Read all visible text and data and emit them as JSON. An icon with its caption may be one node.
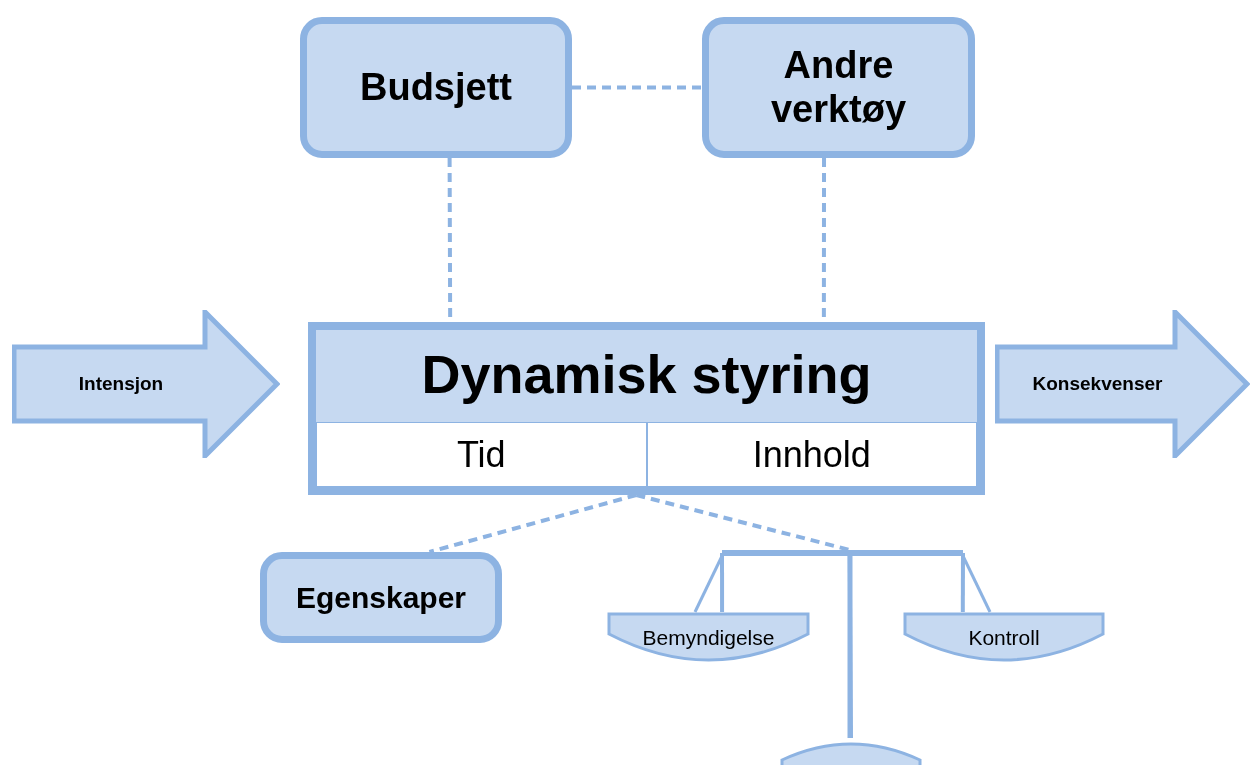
{
  "diagram": {
    "nodes": [
      {
        "text": [
          "Budsjett"
        ]
      },
      {
        "text": [
          "Andre verktøy"
        ]
      },
      {
        "text": [
          "Intensjon"
        ]
      },
      {
        "text": [
          "Dynamisk styring"
        ]
      },
      {
        "text": [
          "Tid"
        ],
        "in": 3
      },
      {
        "text": [
          "Innhold"
        ],
        "in": 3
      },
      {
        "text": [
          "Konsekvenser"
        ]
      },
      {
        "text": [
          "Egenskaper"
        ]
      },
      {
        "text": [],
        "shape": "bar"
      },
      {
        "text": [
          "Bemyndigelse"
        ]
      },
      {
        "text": [
          "Kontroll"
        ]
      },
      {
        "text": [],
        "shape": "bowl"
      }
    ],
    "edges": [
      {
        "from": 0,
        "to": 1,
        "arrow": "none",
        "style": "dashed"
      },
      {
        "from": 0,
        "to": 3,
        "arrow": "none",
        "style": "dashed"
      },
      {
        "from": 1,
        "to": 3,
        "arrow": "none",
        "style": "dashed"
      },
      {
        "from": 3,
        "to": 7,
        "arrow": "none",
        "style": "dashed"
      },
      {
        "from": 3,
        "to": 8,
        "arrow": "none",
        "style": "dashed"
      },
      {
        "from": 8,
        "to": 9,
        "arrow": "none"
      },
      {
        "from": 8,
        "to": 10,
        "arrow": "none"
      },
      {
        "from": 8,
        "to": 11,
        "arrow": "none"
      }
    ]
  }
}
